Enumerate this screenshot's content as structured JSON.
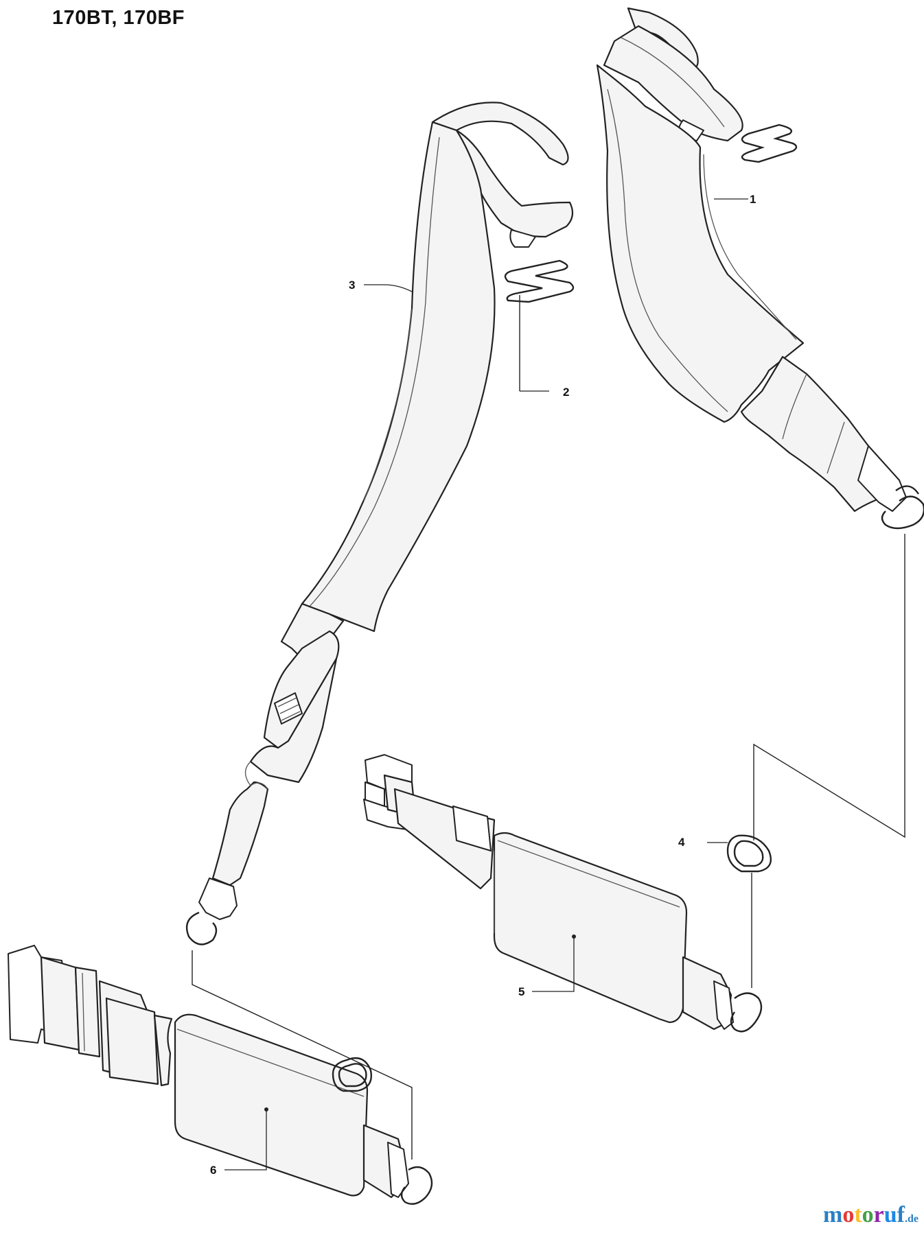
{
  "title": "170BT, 170BF",
  "callouts": [
    {
      "id": "callout-1",
      "label": "1"
    },
    {
      "id": "callout-2",
      "label": "2"
    },
    {
      "id": "callout-3",
      "label": "3"
    },
    {
      "id": "callout-4",
      "label": "4"
    },
    {
      "id": "callout-5",
      "label": "5"
    },
    {
      "id": "callout-6",
      "label": "6"
    }
  ],
  "watermark": {
    "letters": [
      "m",
      "o",
      "t",
      "o",
      "r",
      "u",
      "f"
    ],
    "suffix": ".de"
  },
  "colors": {
    "line": "#222222",
    "fill": "#f4f4f4",
    "watermark_blue": "#2a7fc4",
    "watermark_red": "#e53935",
    "watermark_yellow": "#fbc02d",
    "watermark_green": "#43a047",
    "watermark_purple": "#8e24aa"
  }
}
